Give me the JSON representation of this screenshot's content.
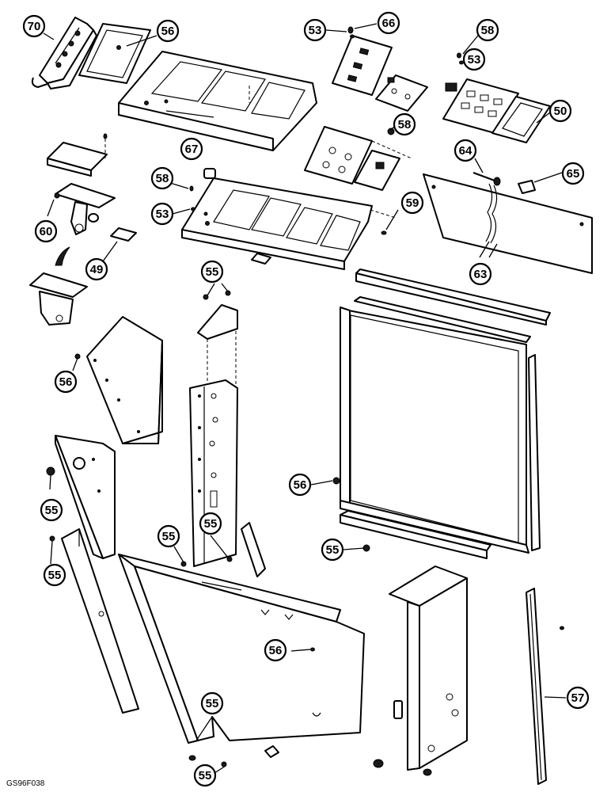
{
  "figure_code": "GS96F038",
  "callouts": [
    "70",
    "56",
    "53",
    "66",
    "58",
    "53",
    "50",
    "58",
    "64",
    "65",
    "67",
    "58",
    "53",
    "60",
    "49",
    "59",
    "63",
    "55",
    "56",
    "55",
    "55",
    "56",
    "55",
    "55",
    "55",
    "56",
    "55",
    "55",
    "57"
  ]
}
